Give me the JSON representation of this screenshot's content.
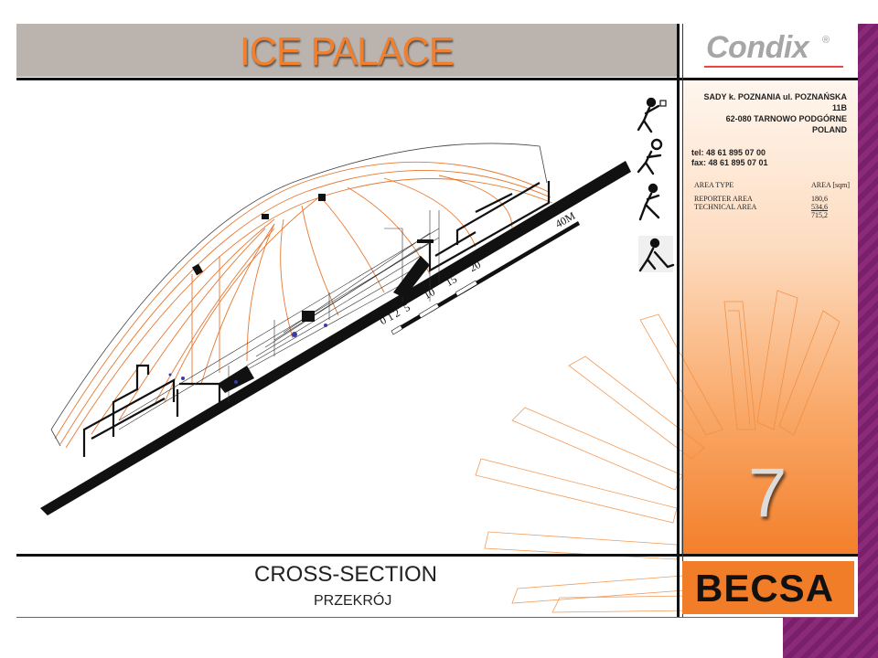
{
  "title": "ICE PALACE",
  "logo": {
    "name": "Condix",
    "mark": "®"
  },
  "address": {
    "line1": "SADY k. POZNANIA ul. POZNAŃSKA  11B",
    "line2": "62-080 TARNOWO PODGÓRNE",
    "line3": "POLAND",
    "tel": "tel:   48 61 895 07 00",
    "fax": "fax:  48 61 895 07 01"
  },
  "area_table": {
    "header_type": "AREA TYPE",
    "header_area": "AREA [sqm]",
    "rows": [
      {
        "label": "REPORTER AREA",
        "value": "180,6"
      },
      {
        "label": "TECHNICAL AREA",
        "value": "534,6"
      }
    ],
    "total": "715,2"
  },
  "scale": {
    "labels": [
      "0",
      "1",
      "2",
      "5",
      "10",
      "15",
      "20",
      "40M"
    ]
  },
  "sport_icons": [
    "handball-icon",
    "volleyball-icon",
    "basketball-icon",
    "hockey-icon"
  ],
  "page_number": "7",
  "brand": "BECSA",
  "caption": {
    "main": "CROSS-SECTION",
    "sub": "PRZEKRÓJ"
  },
  "colors": {
    "accent": "#f07f2e",
    "brand_box": "#f17d28",
    "drawing_line": "#e87830",
    "ink": "#111111",
    "title_band": "#bbb3ae"
  }
}
